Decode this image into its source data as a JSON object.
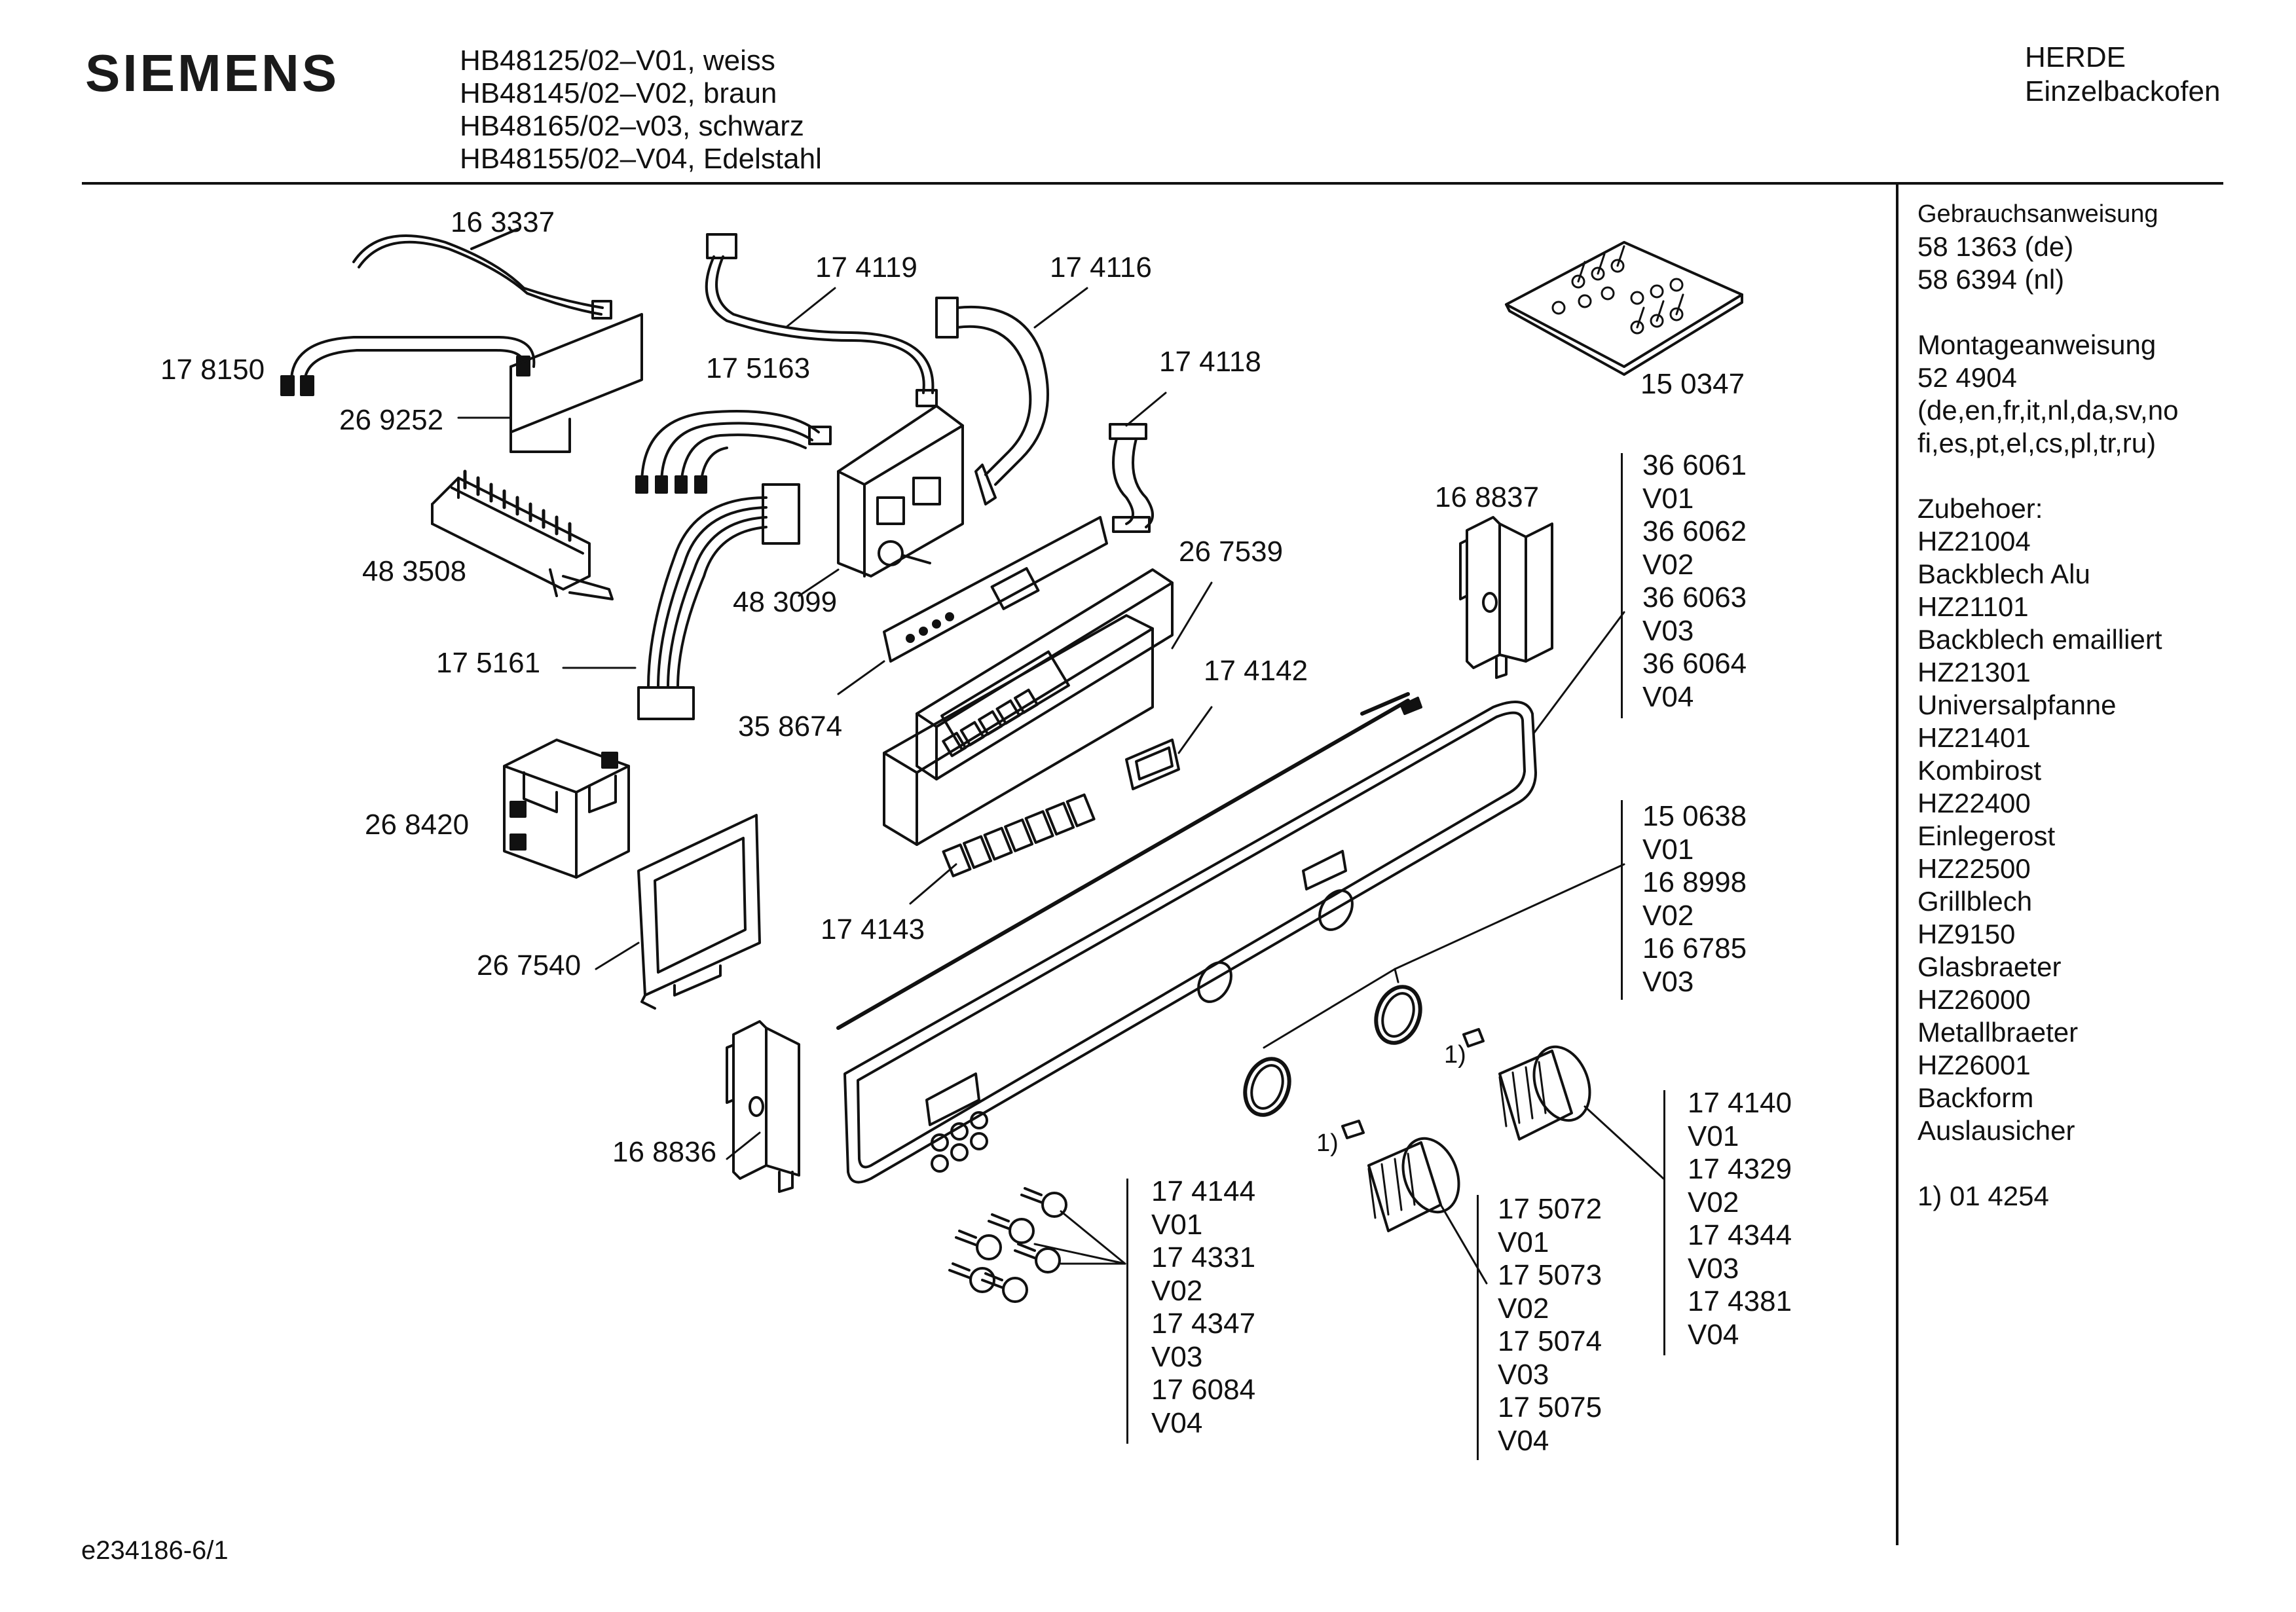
{
  "header": {
    "brand": "SIEMENS",
    "models": [
      "HB48125/02–V01, weiss",
      "HB48145/02–V02, braun",
      "HB48165/02–v03, schwarz",
      "HB48155/02–V04, Edelstahl"
    ],
    "category": "HERDE",
    "subcategory": "Einzelbackofen"
  },
  "sidebar": {
    "manual_title": "Gebrauchsanweisung",
    "manual_de": "58 1363 (de)",
    "manual_nl": "58 6394 (nl)",
    "mounting_title": "Montageanweisung",
    "mounting_number": "52 4904",
    "mounting_langs_1": "(de,en,fr,it,nl,da,sv,no",
    "mounting_langs_2": "fi,es,pt,el,cs,pl,tr,ru)",
    "accessories_title": "Zubehoer:",
    "accessories": [
      {
        "code": "HZ21004",
        "name": "Backblech Alu"
      },
      {
        "code": "HZ21101",
        "name": "Backblech emailliert"
      },
      {
        "code": "HZ21301",
        "name": "Universalpfanne"
      },
      {
        "code": "HZ21401",
        "name": "Kombirost"
      },
      {
        "code": "HZ22400",
        "name": "Einlegerost"
      },
      {
        "code": "HZ22500",
        "name": "Grillblech"
      },
      {
        "code": "HZ9150",
        "name": "Glasbraeter"
      },
      {
        "code": "HZ26000",
        "name": "Metallbraeter"
      },
      {
        "code": "HZ26001",
        "name": "Backform"
      }
    ],
    "accessories_extra": "Auslausicher",
    "footnote": "1) 01 4254"
  },
  "parts": {
    "p163337": "16 3337",
    "p178150": "17 8150",
    "p269252": "26 9252",
    "p174119": "17 4119",
    "p174116": "17 4116",
    "p175163": "17 5163",
    "p174118": "17 4118",
    "p150347": "15 0347",
    "p483508": "48 3508",
    "p483099": "48 3099",
    "p267539": "26 7539",
    "p168837": "16 8837",
    "p175161": "17 5161",
    "p358674": "35 8674",
    "p174142": "17 4142",
    "p268420": "26 8420",
    "p174143": "17 4143",
    "p267540": "26 7540",
    "p168836": "16 8836",
    "fn1": "1)",
    "fn2": "1)"
  },
  "variant_lists": {
    "frame": [
      "36 6061",
      "V01",
      "36 6062",
      "V02",
      "36 6063",
      "V03",
      "36 6064",
      "V04"
    ],
    "rings": [
      "15 0638",
      "V01",
      "16 8998",
      "V02",
      "16 6785",
      "V03"
    ],
    "pushbuttons": [
      "17 4144",
      "V01",
      "17 4331",
      "V02",
      "17 4347",
      "V03",
      "17 6084",
      "V04"
    ],
    "knob_left": [
      "17 5072",
      "V01",
      "17 5073",
      "V02",
      "17 5074",
      "V03",
      "17 5075",
      "V04"
    ],
    "knob_right": [
      "17 4140",
      "V01",
      "17 4329",
      "V02",
      "17 4344",
      "V03",
      "17 4381",
      "V04"
    ]
  },
  "footer": {
    "doc_id": "e234186-6/1"
  }
}
